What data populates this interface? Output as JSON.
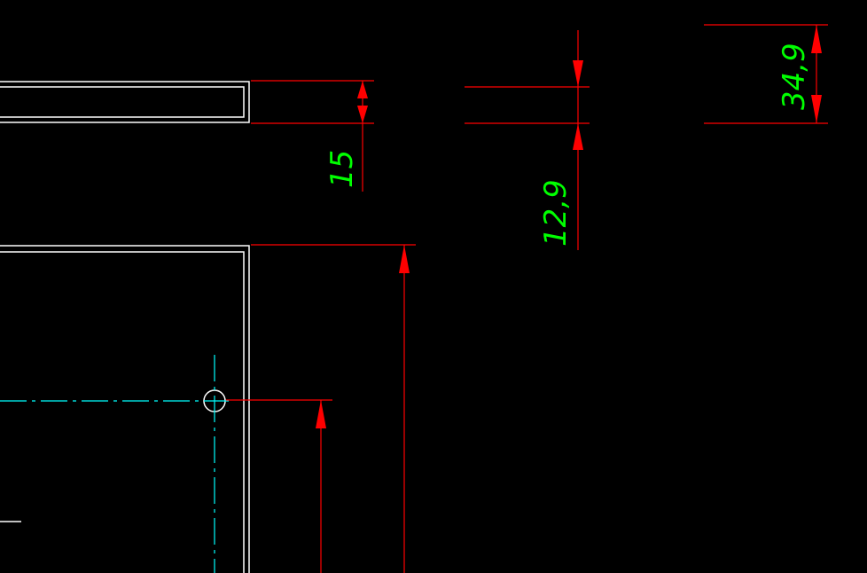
{
  "colors": {
    "background": "#000000",
    "geometry": "#ffffff",
    "dimension": "#ff0000",
    "dimension_text": "#00ff00",
    "centerline": "#00ffff"
  },
  "dimensions": {
    "dim_15": "15",
    "dim_12_9": "12,9",
    "dim_34_9": "34,9"
  }
}
